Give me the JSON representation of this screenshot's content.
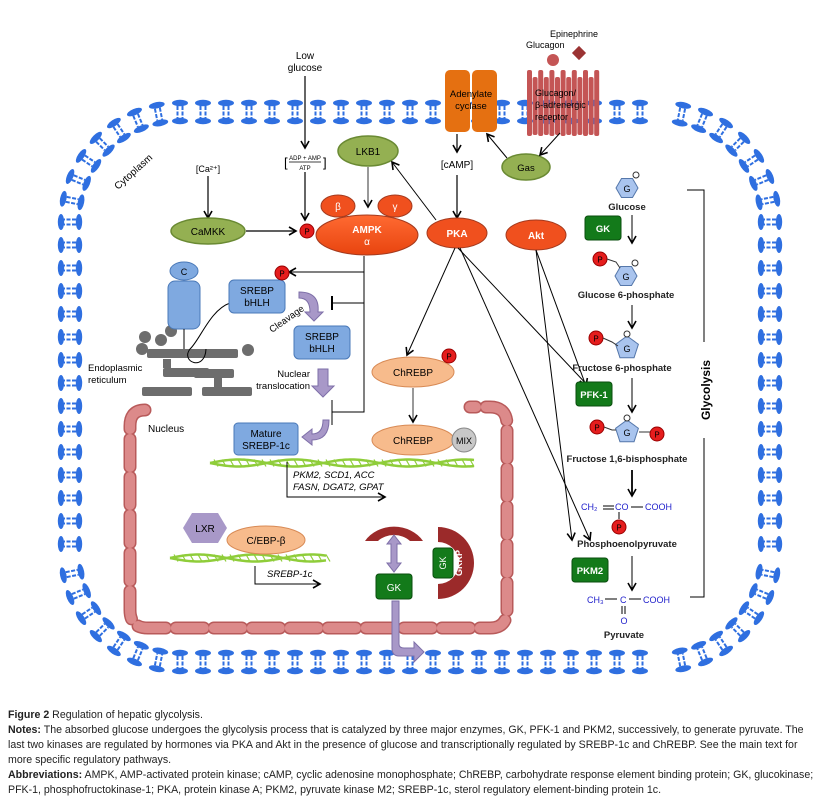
{
  "membrane": {
    "cytoplasm_label": "Cytoplasm",
    "nucleus_label": "Nucleus",
    "er_label_line1": "Endoplasmic",
    "er_label_line2": "reticulum"
  },
  "signals": {
    "low_glucose_line1": "Low",
    "low_glucose_line2": "glucose",
    "ratio_numerator": "ADP + AMP",
    "ratio_denominator": "ATP",
    "calcium": "[Ca²⁺]",
    "camp": "[cAMP]",
    "glucagon": "Glucagon",
    "epinephrine": "Epinephrine"
  },
  "proteins": {
    "camkk": "CaMKK",
    "lkb1": "LKB1",
    "ampk_line1": "AMPK",
    "ampk_line2": "α",
    "ampk_beta": "β",
    "ampk_gamma": "γ",
    "pka": "PKA",
    "akt": "Akt",
    "gas": "Gas",
    "adenylate_line1": "Adenylate",
    "adenylate_line2": "cyclase",
    "receptor_line1": "Glucagon/",
    "receptor_line2": "β-adrenergic",
    "receptor_line3": "receptor",
    "scap": "C",
    "srebp_line1": "SREBP",
    "srebp_line2": "bHLH",
    "mature_line1": "Mature",
    "mature_line2": "SREBP-1c",
    "chrebp": "ChREBP",
    "mix": "MIX",
    "lxr": "LXR",
    "cebp": "C/EBP-β",
    "gkrp": "GKRP",
    "gk": "GK",
    "phospho": "P"
  },
  "processes": {
    "cleavage": "Cleavage",
    "nuclear_line1": "Nuclear",
    "nuclear_line2": "translocation",
    "target_genes_line1": "PKM2, SCD1, ACC",
    "target_genes_line2": "FASN, DGAT2, GPAT",
    "srebp_gene": "SREBP-1c"
  },
  "glycolysis": {
    "title": "Glycolysis",
    "sugar_letter": "G",
    "steps": [
      "Glucose",
      "Glucose 6-phosphate",
      "Fructose 6-phosphate",
      "Fructose 1,6-bisphosphate",
      "Phosphoenolpyruvate",
      "Pyruvate"
    ],
    "enzymes": [
      "GK",
      "PFK-1",
      "PKM2"
    ],
    "pep_formula": {
      "ch2": "CH₂",
      "co": "CO",
      "cooh": "COOH"
    },
    "pyr_formula": {
      "ch3": "CH₃",
      "c": "C",
      "cooh": "COOH",
      "o": "O"
    }
  },
  "caption": {
    "figure_label": "Figure 2",
    "figure_title": "Regulation of hepatic glycolysis.",
    "notes_label": "Notes:",
    "notes_text": "The absorbed glucose undergoes the glycolysis process that is catalyzed by three major enzymes, GK, PFK-1 and PKM2, successively, to generate pyruvate. The last two kinases are regulated by hormones via PKA and Akt in the presence of glucose and transcriptionally regulated by SREBP-1c and ChREBP. See the main text for more specific regulatory pathways.",
    "abbr_label": "Abbreviations:",
    "abbr_text": "AMPK, AMP-activated protein kinase; cAMP, cyclic adenosine monophosphate; ChREBP, carbohydrate response element binding protein; GK, glucokinase; PFK-1, phosphofructokinase-1; PKA, protein kinase A; PKM2, pyruvate kinase M2; SREBP-1c, sterol regulatory element-binding protein 1c."
  },
  "colors": {
    "membrane": "#2f6fe0",
    "ampk": "#f0501e",
    "green_ellipse": "#94b052",
    "enzyme_green": "#137a1a",
    "orange": "#e57011",
    "receptor": "#c45555",
    "blue_box": "#7fa9e0",
    "chrebp": "#f7bb8c",
    "nucleus": "#d67b7b",
    "gkrp": "#9b2a2a",
    "purple": "#a898c8",
    "dna": "#8fcd3a",
    "phospho": "#e51d1d",
    "formula": "#2222cc"
  }
}
